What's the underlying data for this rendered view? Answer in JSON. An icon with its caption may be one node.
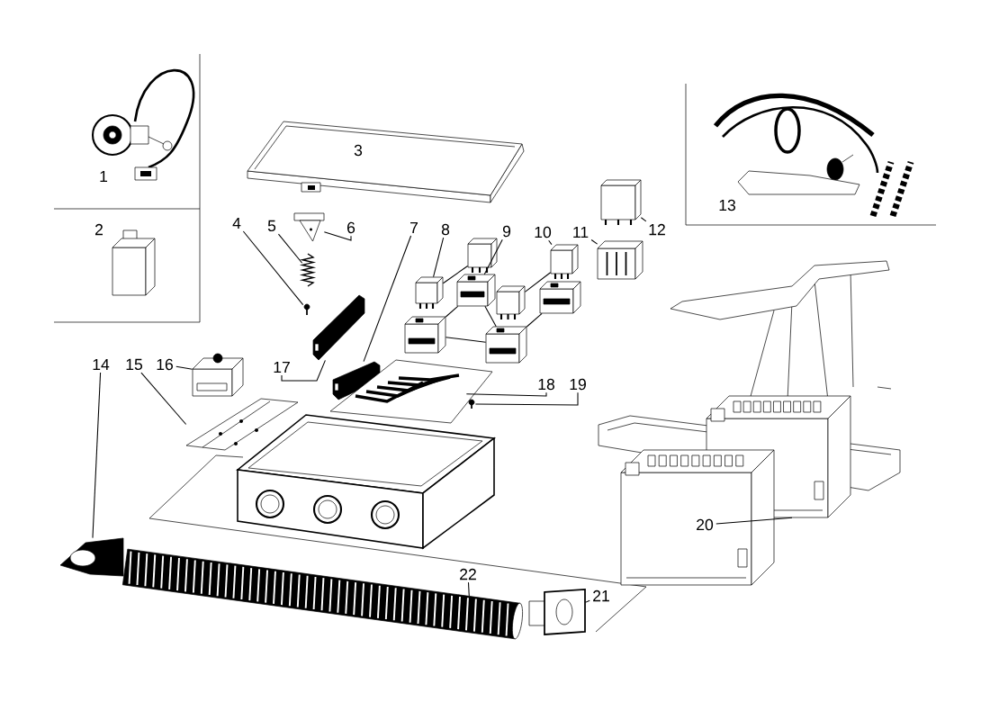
{
  "diagram": {
    "nodes": [
      {
        "text": [
          "4"
        ]
      },
      {
        "text": [
          "5"
        ]
      },
      {
        "text": [
          "6"
        ]
      },
      {
        "text": [
          "7"
        ]
      },
      {
        "text": [
          "8"
        ]
      },
      {
        "text": [
          "9"
        ]
      },
      {
        "text": [
          "10"
        ]
      },
      {
        "text": [
          "11"
        ]
      },
      {
        "text": [
          "12"
        ]
      },
      {
        "text": [
          "14"
        ]
      },
      {
        "text": [
          "15"
        ]
      },
      {
        "text": [
          "16"
        ]
      },
      {
        "text": [
          "17"
        ]
      },
      {
        "text": [
          "18"
        ]
      },
      {
        "text": [
          "19"
        ]
      },
      {
        "text": [
          "21"
        ]
      },
      {
        "text": [
          "22"
        ]
      },
      {
        "text": [],
        "shape": "picture"
      },
      {
        "text": [],
        "shape": "picture"
      },
      {
        "text": [],
        "shape": "picture"
      },
      {
        "text": [],
        "shape": "picture"
      },
      {
        "text": [],
        "shape": "picture"
      },
      {
        "text": [],
        "shape": "picture"
      },
      {
        "text": [],
        "shape": "picture"
      },
      {
        "text": [],
        "shape": "picture"
      },
      {
        "text": [],
        "shape": "picture"
      },
      {
        "text": [],
        "shape": "picture"
      },
      {
        "text": [],
        "shape": "picture"
      },
      {
        "text": [],
        "shape": "picture"
      },
      {
        "text": [],
        "shape": "picture"
      },
      {
        "text": [],
        "shape": "picture"
      },
      {
        "text": [],
        "shape": "picture"
      },
      {
        "text": [],
        "shape": "picture"
      },
      {
        "text": [],
        "shape": "picture"
      },
      {
        "text": [],
        "shape": "picture"
      },
      {
        "text": [],
        "shape": "picture"
      },
      {
        "text": [],
        "shape": "picture"
      },
      {
        "text": [],
        "shape": "picture"
      },
      {
        "text": [],
        "shape": "picture"
      },
      {
        "text": [],
        "shape": "picture"
      },
      {
        "text": [],
        "shape": "picture"
      },
      {
        "text": [
          "20"
        ],
        "in": 39
      }
    ],
    "edges": [
      {
        "from": 0,
        "to": 17,
        "arrow": "none"
      },
      {
        "from": 1,
        "to": 18,
        "arrow": "none"
      },
      {
        "from": 2,
        "to": 19,
        "arrow": "none"
      },
      {
        "from": 3,
        "to": 20,
        "arrow": "none"
      },
      {
        "from": 4,
        "to": 22,
        "arrow": "none"
      },
      {
        "from": 22,
        "to": 23,
        "arrow": "none"
      },
      {
        "from": 5,
        "to": 26,
        "arrow": "none"
      },
      {
        "from": 26,
        "to": 28,
        "arrow": "none"
      },
      {
        "from": 26,
        "to": 29,
        "arrow": "none"
      },
      {
        "from": 28,
        "to": 29,
        "arrow": "none"
      },
      {
        "from": 29,
        "to": 27,
        "arrow": "none"
      },
      {
        "from": 6,
        "to": 24,
        "arrow": "none"
      },
      {
        "from": 24,
        "to": 25,
        "arrow": "none"
      },
      {
        "from": 7,
        "to": 30,
        "arrow": "none"
      },
      {
        "from": 8,
        "to": 31,
        "arrow": "none"
      },
      {
        "from": 9,
        "to": 32,
        "arrow": "none"
      },
      {
        "from": 10,
        "to": 34,
        "arrow": "none"
      },
      {
        "from": 11,
        "to": 35,
        "arrow": "none"
      },
      {
        "from": 12,
        "to": 21,
        "arrow": "none"
      },
      {
        "from": 13,
        "to": 36,
        "arrow": "none"
      },
      {
        "from": 14,
        "to": 37,
        "arrow": "none"
      },
      {
        "from": 15,
        "to": 38,
        "arrow": "none"
      },
      {
        "from": 16,
        "to": 33,
        "arrow": "none"
      },
      {
        "from": 41,
        "to": 40,
        "arrow": "none"
      }
    ],
    "labels": [
      "1",
      "2",
      "3",
      "13"
    ]
  }
}
